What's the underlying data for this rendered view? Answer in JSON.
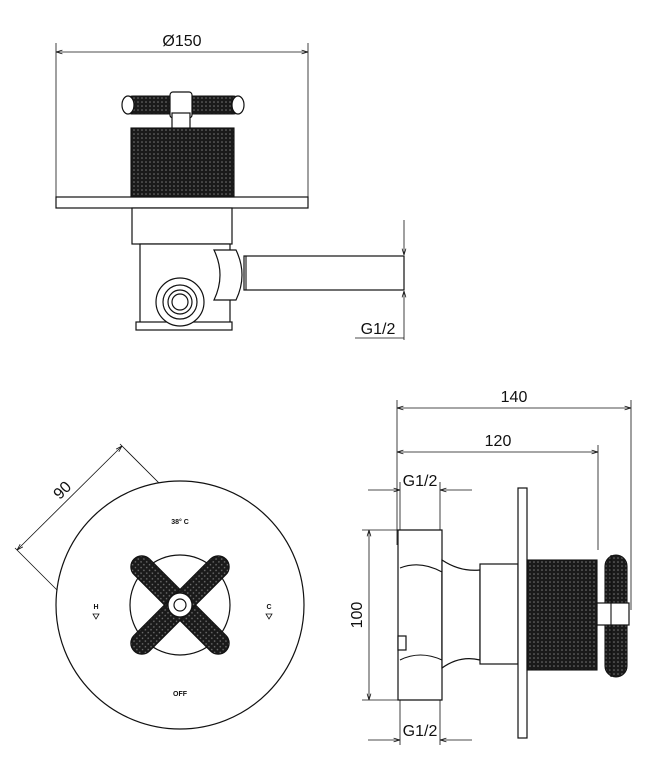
{
  "dimensions": {
    "flange_diameter": "Ø150",
    "inlet_top_view": "G1/2",
    "plate_size": "90",
    "overall_depth": "140",
    "body_depth": "120",
    "inlet_top": "G1/2",
    "inlet_bottom": "G1/2",
    "body_height": "100"
  },
  "dial_markings": {
    "top": "38° C",
    "left": "H",
    "right": "C",
    "bottom": "OFF"
  },
  "colors": {
    "line": "#111111",
    "knurl": "#1a1a1a",
    "background": "#ffffff"
  }
}
